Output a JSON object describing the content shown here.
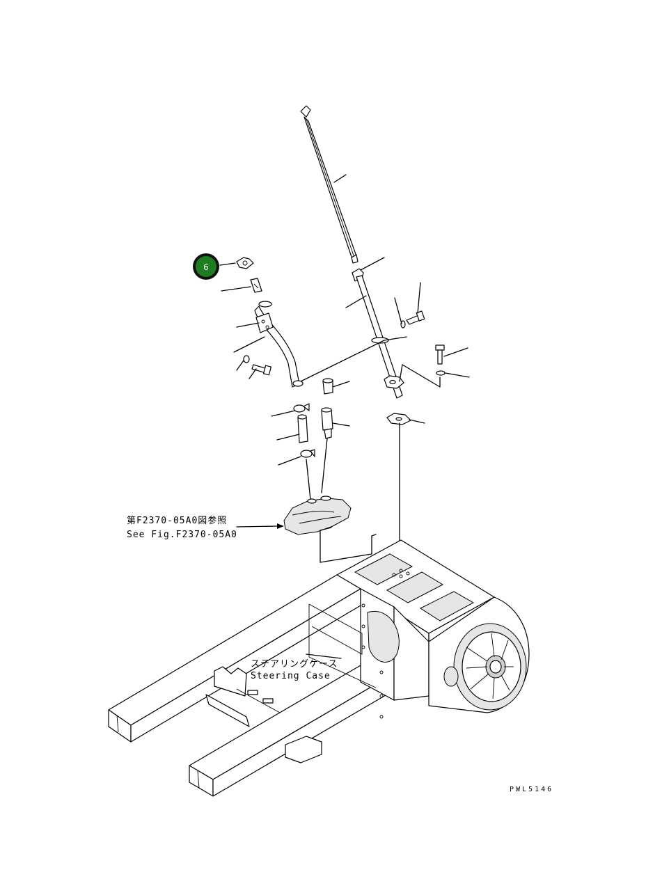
{
  "diagram": {
    "callout_number": "6",
    "reference_label_jp": "第F2370-05A0図参照",
    "reference_label_en": "See Fig.F2370-05A0",
    "steering_label_jp": "ステアリングケース",
    "steering_label_en": "Steering Case",
    "drawing_code": "PWL5146"
  },
  "colors": {
    "callout_fill": "#1e7d1e",
    "callout_ring": "#111111",
    "line": "#000000"
  }
}
